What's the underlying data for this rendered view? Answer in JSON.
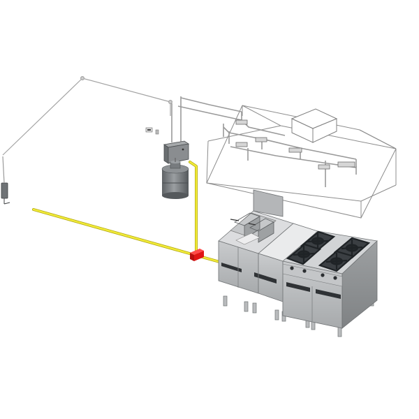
{
  "diagram": {
    "kind": "commercial kitchen fire suppression system, isometric",
    "colors": {
      "background": "#ffffff",
      "pipe": "#9a9a9a",
      "hood_outline": "#8c8c8c",
      "gas_line": "#f2ec3a",
      "gas_line_edge": "#b3a810",
      "shutoff_valve": "#e01515",
      "cylinder": "#7b7f82",
      "cabinet": "#8a8d90",
      "steel_light": "#d9dadb",
      "steel_mid": "#b9bbbd",
      "steel_dark": "#8e9193",
      "burner": "#2e3236"
    },
    "components": [
      {
        "id": "pull-station",
        "icon": "manual-pull-station"
      },
      {
        "id": "detection-line",
        "icon": "cable"
      },
      {
        "id": "control-cabinet",
        "icon": "agent-release-cabinet"
      },
      {
        "id": "agent-cylinder",
        "icon": "agent-tank"
      },
      {
        "id": "exhaust-hood",
        "icon": "hood"
      },
      {
        "id": "hood-plenum-box",
        "icon": "duct-collar"
      },
      {
        "id": "distribution-piping",
        "icon": "pipe"
      },
      {
        "id": "nozzles",
        "icon": "spray-nozzle",
        "count": 6
      },
      {
        "id": "gas-supply-line",
        "icon": "gas-pipe"
      },
      {
        "id": "gas-shutoff-valve",
        "icon": "valve"
      },
      {
        "id": "deep-fryer",
        "icon": "fryer-baskets"
      },
      {
        "id": "cooking-range",
        "icon": "gas-burners",
        "burners": 4
      },
      {
        "id": "base-cabinets",
        "icon": "oven-doors",
        "doors": 4
      }
    ]
  }
}
